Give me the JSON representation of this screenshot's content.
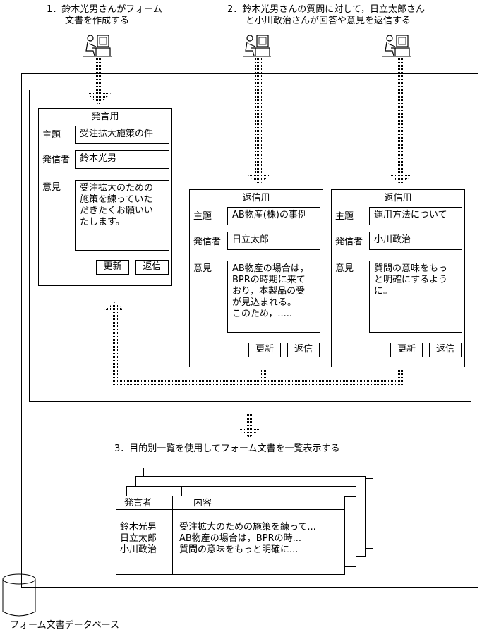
{
  "steps": {
    "step1": {
      "label": "1．鈴木光男さんがフォーム\n　　文書を作成する"
    },
    "step2": {
      "label": "2．鈴木光男さんの質問に対して，日立太郎さん\n　　と小川政治さんが回答や意見を返信する"
    },
    "step3": {
      "label": "3．目的別一覧を使用してフォーム文書を一覧表示する"
    }
  },
  "post_form": {
    "title": "発言用",
    "subject_label": "主題",
    "subject_value": "受注拡大施策の件",
    "sender_label": "発信者",
    "sender_value": "鈴木光男",
    "opinion_label": "意見",
    "opinion_value": "受注拡大のための\n施策を練っていた\nだきたくお願いい\nたします。",
    "update_button": "更新",
    "reply_button": "返信"
  },
  "reply_form_1": {
    "title": "返信用",
    "subject_label": "主題",
    "subject_value": "AB物産(株)の事例",
    "sender_label": "発信者",
    "sender_value": "日立太郎",
    "opinion_label": "意見",
    "opinion_value": "AB物産の場合は，\nBPRの時期に来て\nおり，本製品の受\nが見込まれる。\nこのため，.....",
    "update_button": "更新",
    "reply_button": "返信"
  },
  "reply_form_2": {
    "title": "返信用",
    "subject_label": "主題",
    "subject_value": "運用方法について",
    "sender_label": "発信者",
    "sender_value": "小川政治",
    "opinion_label": "意見",
    "opinion_value": "質問の意味をもっ\nと明確にするよう\nに。",
    "update_button": "更新",
    "reply_button": "返信"
  },
  "list_view": {
    "col_sender": "発言者",
    "col_content": "内容",
    "senders": "鈴木光男\n日立太郎\n小川政治",
    "contents": "受注拡大のための施策を練って...\nAB物産の場合は，BPRの時...\n質問の意味をもっと明確に..."
  },
  "database": {
    "label": "フォーム文書データベース"
  },
  "icons": [
    "user-at-computer-icon",
    "database-cylinder-icon",
    "dotted-arrow-down-icon",
    "dotted-arrow-up-icon"
  ]
}
